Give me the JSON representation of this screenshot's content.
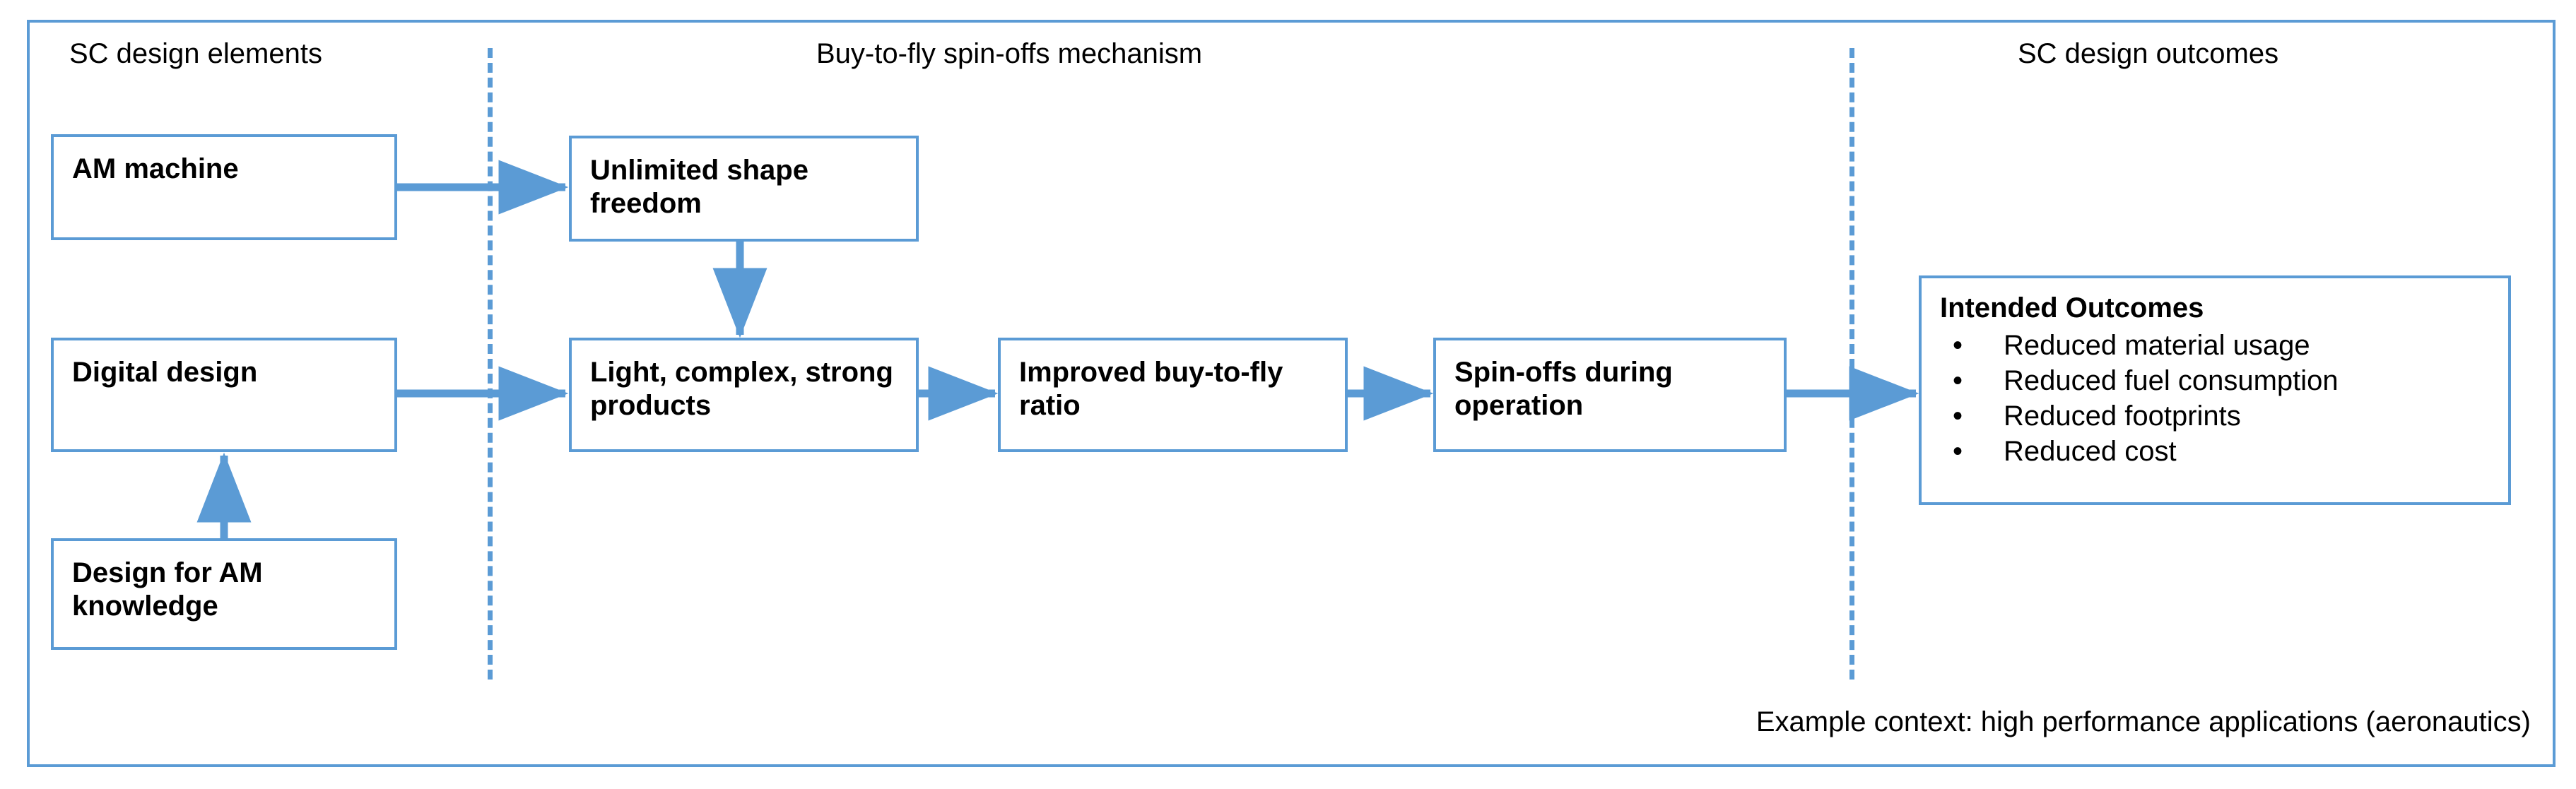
{
  "frame": {
    "accent_color": "#5B9BD5",
    "text_color": "#000000",
    "background": "#ffffff"
  },
  "headers": {
    "left": "SC design elements",
    "middle": "Buy-to-fly spin-offs mechanism",
    "right": "SC design outcomes"
  },
  "nodes": {
    "am_machine": "AM machine",
    "digital_design": "Digital design",
    "dfam_knowledge": "Design for AM knowledge",
    "unlimited_shape_freedom": "Unlimited shape freedom",
    "light_complex_strong": "Light, complex, strong products",
    "improved_ratio": "Improved buy-to-fly ratio",
    "spinoffs_operation": "Spin-offs during operation"
  },
  "outcomes": {
    "title": "Intended Outcomes",
    "bullet_glyph": "•",
    "items": [
      "Reduced material usage",
      "Reduced fuel consumption",
      "Reduced footprints",
      "Reduced cost"
    ]
  },
  "footer": {
    "caption": "Example context: high performance applications (aeronautics)"
  },
  "connections": [
    {
      "from": "am_machine",
      "to": "unlimited_shape_freedom",
      "direction": "right"
    },
    {
      "from": "unlimited_shape_freedom",
      "to": "light_complex_strong",
      "direction": "down"
    },
    {
      "from": "digital_design",
      "to": "light_complex_strong",
      "direction": "right"
    },
    {
      "from": "dfam_knowledge",
      "to": "digital_design",
      "direction": "up"
    },
    {
      "from": "light_complex_strong",
      "to": "improved_ratio",
      "direction": "right"
    },
    {
      "from": "improved_ratio",
      "to": "spinoffs_operation",
      "direction": "right"
    },
    {
      "from": "spinoffs_operation",
      "to": "intended_outcomes",
      "direction": "right"
    }
  ]
}
